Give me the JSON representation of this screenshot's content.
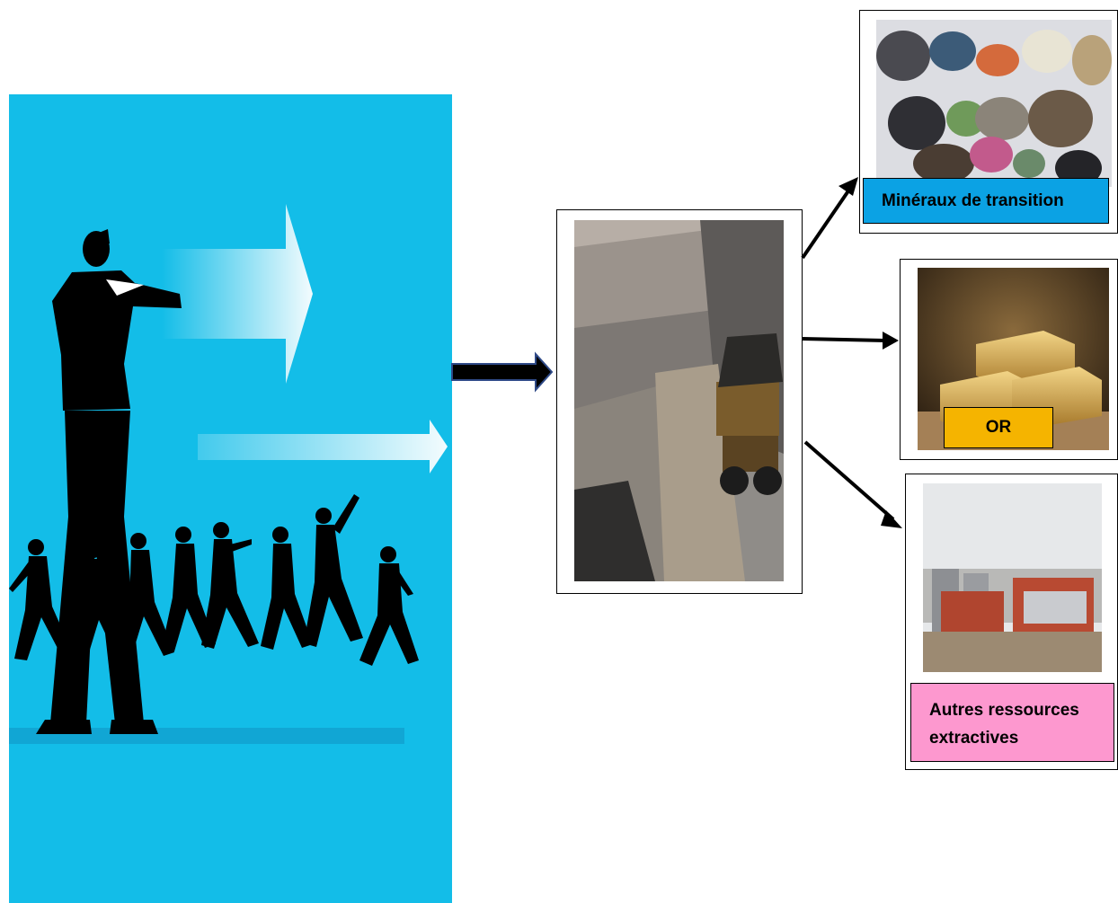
{
  "images": {
    "leader": "leader-running-crowd-illustration",
    "mine": "open-pit-mine-with-truck-photo",
    "minerals": "assorted-minerals-photo",
    "gold": "gold-bars-photo",
    "extractive": "industrial-tanks-facility-photo"
  },
  "nodes": {
    "minerals_label": "Minéraux de transition",
    "gold_label": "OR",
    "extractive_label": "Autres ressources extractives"
  },
  "colors": {
    "leader_background": "#13bde8",
    "minerals_label_bg": "#0ba2e4",
    "gold_label_bg": "#f5b400",
    "extractive_label_bg": "#fd98cf",
    "arrow": "#000000",
    "arrow_outline": "#2f4a88"
  }
}
